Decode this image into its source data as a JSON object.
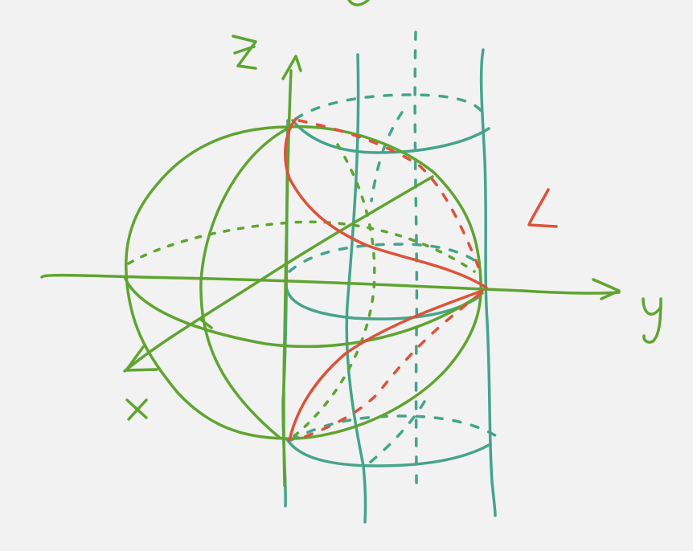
{
  "labels": {
    "z_axis": "z",
    "y_axis": "y",
    "x_axis": "x",
    "curve": "L"
  },
  "colors": {
    "background": "#f2f2f2",
    "sphere_green": "#5fa431",
    "cylinder_teal": "#45a48b",
    "curve_red": "#dd523a"
  }
}
